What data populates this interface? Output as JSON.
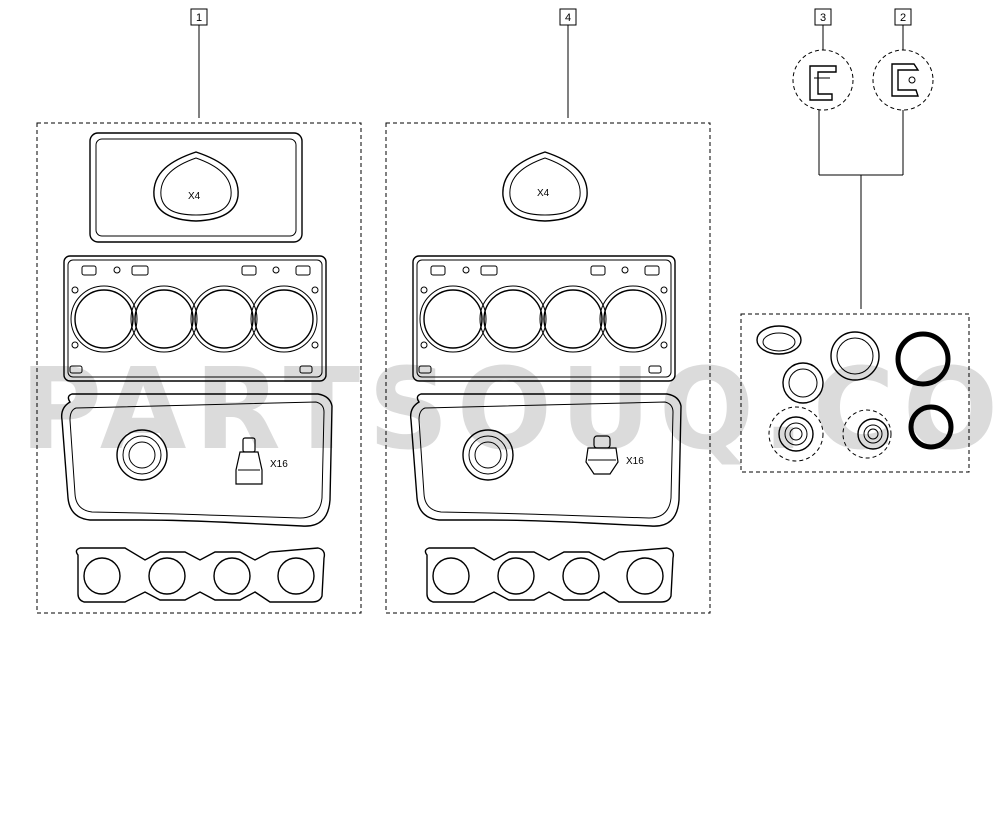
{
  "callouts": {
    "c1": "1",
    "c4": "4",
    "c3": "3",
    "c2": "2"
  },
  "quantities": {
    "kit1_valve_cover_gasket": "X4",
    "kit1_valve_stem_seal": "X16",
    "kit4_valve_cover_gasket": "X4",
    "kit4_valve_stem_seal": "X16"
  },
  "watermark": "PARTSOUQ.COM",
  "colors": {
    "line": "#000000",
    "background": "#ffffff"
  }
}
